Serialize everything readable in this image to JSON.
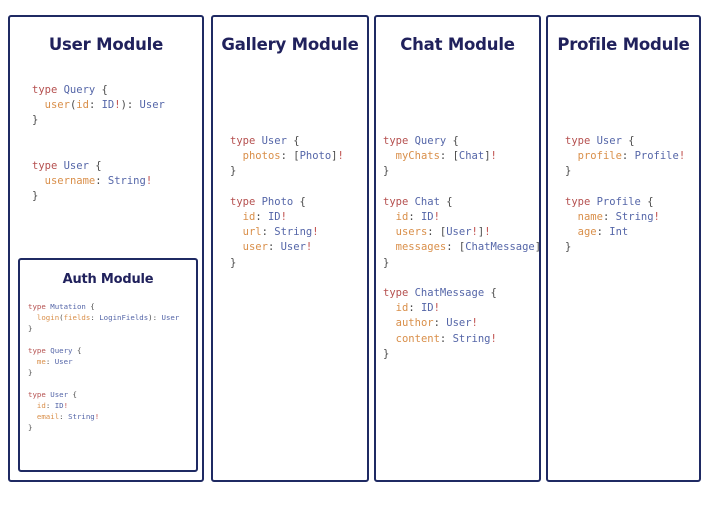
{
  "diagram": {
    "type": "graphql-schema-modules",
    "background": "#ffffff",
    "border_color": "#1f2a63",
    "title_color": "#20215c",
    "syntax_colors": {
      "keyword": "#b5504f",
      "type": "#5566a8",
      "field": "#d98f4a",
      "punctuation": "#4a4a4a",
      "non_null": "#c0504d"
    }
  },
  "panels": [
    {
      "id": "user",
      "title": "User Module",
      "code_lines": [
        [
          {
            "t": "type ",
            "c": "kw"
          },
          {
            "t": "Query",
            "c": "type"
          },
          {
            "t": " {",
            "c": "pun"
          }
        ],
        [
          {
            "t": "  ",
            "c": "pun"
          },
          {
            "t": "user",
            "c": "name"
          },
          {
            "t": "(",
            "c": "pun"
          },
          {
            "t": "id",
            "c": "name"
          },
          {
            "t": ": ",
            "c": "pun"
          },
          {
            "t": "ID",
            "c": "type"
          },
          {
            "t": "!",
            "c": "bang"
          },
          {
            "t": "): ",
            "c": "pun"
          },
          {
            "t": "User",
            "c": "type"
          }
        ],
        [
          {
            "t": "}",
            "c": "pun"
          }
        ],
        [],
        [],
        [
          {
            "t": "type ",
            "c": "kw"
          },
          {
            "t": "User",
            "c": "type"
          },
          {
            "t": " {",
            "c": "pun"
          }
        ],
        [
          {
            "t": "  ",
            "c": "pun"
          },
          {
            "t": "username",
            "c": "name"
          },
          {
            "t": ": ",
            "c": "pun"
          },
          {
            "t": "String",
            "c": "type"
          },
          {
            "t": "!",
            "c": "bang"
          }
        ],
        [
          {
            "t": "}",
            "c": "pun"
          }
        ]
      ],
      "subpanel": {
        "id": "auth",
        "title": "Auth Module",
        "code_lines": [
          [
            {
              "t": "type ",
              "c": "kw"
            },
            {
              "t": "Mutation",
              "c": "type"
            },
            {
              "t": " {",
              "c": "pun"
            }
          ],
          [
            {
              "t": "  ",
              "c": "pun"
            },
            {
              "t": "login",
              "c": "name"
            },
            {
              "t": "(",
              "c": "pun"
            },
            {
              "t": "fields",
              "c": "name"
            },
            {
              "t": ": ",
              "c": "pun"
            },
            {
              "t": "LoginFields",
              "c": "type"
            },
            {
              "t": "): ",
              "c": "pun"
            },
            {
              "t": "User",
              "c": "type"
            }
          ],
          [
            {
              "t": "}",
              "c": "pun"
            }
          ],
          [],
          [
            {
              "t": "type ",
              "c": "kw"
            },
            {
              "t": "Query",
              "c": "type"
            },
            {
              "t": " {",
              "c": "pun"
            }
          ],
          [
            {
              "t": "  ",
              "c": "pun"
            },
            {
              "t": "me",
              "c": "name"
            },
            {
              "t": ": ",
              "c": "pun"
            },
            {
              "t": "User",
              "c": "type"
            }
          ],
          [
            {
              "t": "}",
              "c": "pun"
            }
          ],
          [],
          [
            {
              "t": "type ",
              "c": "kw"
            },
            {
              "t": "User",
              "c": "type"
            },
            {
              "t": " {",
              "c": "pun"
            }
          ],
          [
            {
              "t": "  ",
              "c": "pun"
            },
            {
              "t": "id",
              "c": "name"
            },
            {
              "t": ": ",
              "c": "pun"
            },
            {
              "t": "ID",
              "c": "type"
            },
            {
              "t": "!",
              "c": "bang"
            }
          ],
          [
            {
              "t": "  ",
              "c": "pun"
            },
            {
              "t": "email",
              "c": "name"
            },
            {
              "t": ": ",
              "c": "pun"
            },
            {
              "t": "String",
              "c": "type"
            },
            {
              "t": "!",
              "c": "bang"
            }
          ],
          [
            {
              "t": "}",
              "c": "pun"
            }
          ]
        ]
      }
    },
    {
      "id": "gallery",
      "title": "Gallery Module",
      "code_lines": [
        [
          {
            "t": "type ",
            "c": "kw"
          },
          {
            "t": "User",
            "c": "type"
          },
          {
            "t": " {",
            "c": "pun"
          }
        ],
        [
          {
            "t": "  ",
            "c": "pun"
          },
          {
            "t": "photos",
            "c": "name"
          },
          {
            "t": ": [",
            "c": "pun"
          },
          {
            "t": "Photo",
            "c": "type"
          },
          {
            "t": "]",
            "c": "pun"
          },
          {
            "t": "!",
            "c": "bang"
          }
        ],
        [
          {
            "t": "}",
            "c": "pun"
          }
        ],
        [],
        [
          {
            "t": "type ",
            "c": "kw"
          },
          {
            "t": "Photo",
            "c": "type"
          },
          {
            "t": " {",
            "c": "pun"
          }
        ],
        [
          {
            "t": "  ",
            "c": "pun"
          },
          {
            "t": "id",
            "c": "name"
          },
          {
            "t": ": ",
            "c": "pun"
          },
          {
            "t": "ID",
            "c": "type"
          },
          {
            "t": "!",
            "c": "bang"
          }
        ],
        [
          {
            "t": "  ",
            "c": "pun"
          },
          {
            "t": "url",
            "c": "name"
          },
          {
            "t": ": ",
            "c": "pun"
          },
          {
            "t": "String",
            "c": "type"
          },
          {
            "t": "!",
            "c": "bang"
          }
        ],
        [
          {
            "t": "  ",
            "c": "pun"
          },
          {
            "t": "user",
            "c": "name"
          },
          {
            "t": ": ",
            "c": "pun"
          },
          {
            "t": "User",
            "c": "type"
          },
          {
            "t": "!",
            "c": "bang"
          }
        ],
        [
          {
            "t": "}",
            "c": "pun"
          }
        ]
      ]
    },
    {
      "id": "chat",
      "title": "Chat Module",
      "code_lines": [
        [
          {
            "t": "type ",
            "c": "kw"
          },
          {
            "t": "Query",
            "c": "type"
          },
          {
            "t": " {",
            "c": "pun"
          }
        ],
        [
          {
            "t": "  ",
            "c": "pun"
          },
          {
            "t": "myChats",
            "c": "name"
          },
          {
            "t": ": [",
            "c": "pun"
          },
          {
            "t": "Chat",
            "c": "type"
          },
          {
            "t": "]",
            "c": "pun"
          },
          {
            "t": "!",
            "c": "bang"
          }
        ],
        [
          {
            "t": "}",
            "c": "pun"
          }
        ],
        [],
        [
          {
            "t": "type ",
            "c": "kw"
          },
          {
            "t": "Chat",
            "c": "type"
          },
          {
            "t": " {",
            "c": "pun"
          }
        ],
        [
          {
            "t": "  ",
            "c": "pun"
          },
          {
            "t": "id",
            "c": "name"
          },
          {
            "t": ": ",
            "c": "pun"
          },
          {
            "t": "ID",
            "c": "type"
          },
          {
            "t": "!",
            "c": "bang"
          }
        ],
        [
          {
            "t": "  ",
            "c": "pun"
          },
          {
            "t": "users",
            "c": "name"
          },
          {
            "t": ": [",
            "c": "pun"
          },
          {
            "t": "User",
            "c": "type"
          },
          {
            "t": "!",
            "c": "bang"
          },
          {
            "t": "]",
            "c": "pun"
          },
          {
            "t": "!",
            "c": "bang"
          }
        ],
        [
          {
            "t": "  ",
            "c": "pun"
          },
          {
            "t": "messages",
            "c": "name"
          },
          {
            "t": ": [",
            "c": "pun"
          },
          {
            "t": "ChatMessage",
            "c": "type"
          },
          {
            "t": "]",
            "c": "pun"
          },
          {
            "t": "!",
            "c": "bang"
          }
        ],
        [
          {
            "t": "}",
            "c": "pun"
          }
        ],
        [],
        [
          {
            "t": "type ",
            "c": "kw"
          },
          {
            "t": "ChatMessage",
            "c": "type"
          },
          {
            "t": " {",
            "c": "pun"
          }
        ],
        [
          {
            "t": "  ",
            "c": "pun"
          },
          {
            "t": "id",
            "c": "name"
          },
          {
            "t": ": ",
            "c": "pun"
          },
          {
            "t": "ID",
            "c": "type"
          },
          {
            "t": "!",
            "c": "bang"
          }
        ],
        [
          {
            "t": "  ",
            "c": "pun"
          },
          {
            "t": "author",
            "c": "name"
          },
          {
            "t": ": ",
            "c": "pun"
          },
          {
            "t": "User",
            "c": "type"
          },
          {
            "t": "!",
            "c": "bang"
          }
        ],
        [
          {
            "t": "  ",
            "c": "pun"
          },
          {
            "t": "content",
            "c": "name"
          },
          {
            "t": ": ",
            "c": "pun"
          },
          {
            "t": "String",
            "c": "type"
          },
          {
            "t": "!",
            "c": "bang"
          }
        ],
        [
          {
            "t": "}",
            "c": "pun"
          }
        ]
      ]
    },
    {
      "id": "profile",
      "title": "Profile Module",
      "code_lines": [
        [
          {
            "t": "type ",
            "c": "kw"
          },
          {
            "t": "User",
            "c": "type"
          },
          {
            "t": " {",
            "c": "pun"
          }
        ],
        [
          {
            "t": "  ",
            "c": "pun"
          },
          {
            "t": "profile",
            "c": "name"
          },
          {
            "t": ": ",
            "c": "pun"
          },
          {
            "t": "Profile",
            "c": "type"
          },
          {
            "t": "!",
            "c": "bang"
          }
        ],
        [
          {
            "t": "}",
            "c": "pun"
          }
        ],
        [],
        [
          {
            "t": "type ",
            "c": "kw"
          },
          {
            "t": "Profile",
            "c": "type"
          },
          {
            "t": " {",
            "c": "pun"
          }
        ],
        [
          {
            "t": "  ",
            "c": "pun"
          },
          {
            "t": "name",
            "c": "name"
          },
          {
            "t": ": ",
            "c": "pun"
          },
          {
            "t": "String",
            "c": "type"
          },
          {
            "t": "!",
            "c": "bang"
          }
        ],
        [
          {
            "t": "  ",
            "c": "pun"
          },
          {
            "t": "age",
            "c": "name"
          },
          {
            "t": ": ",
            "c": "pun"
          },
          {
            "t": "Int",
            "c": "type"
          }
        ],
        [
          {
            "t": "}",
            "c": "pun"
          }
        ]
      ]
    }
  ]
}
